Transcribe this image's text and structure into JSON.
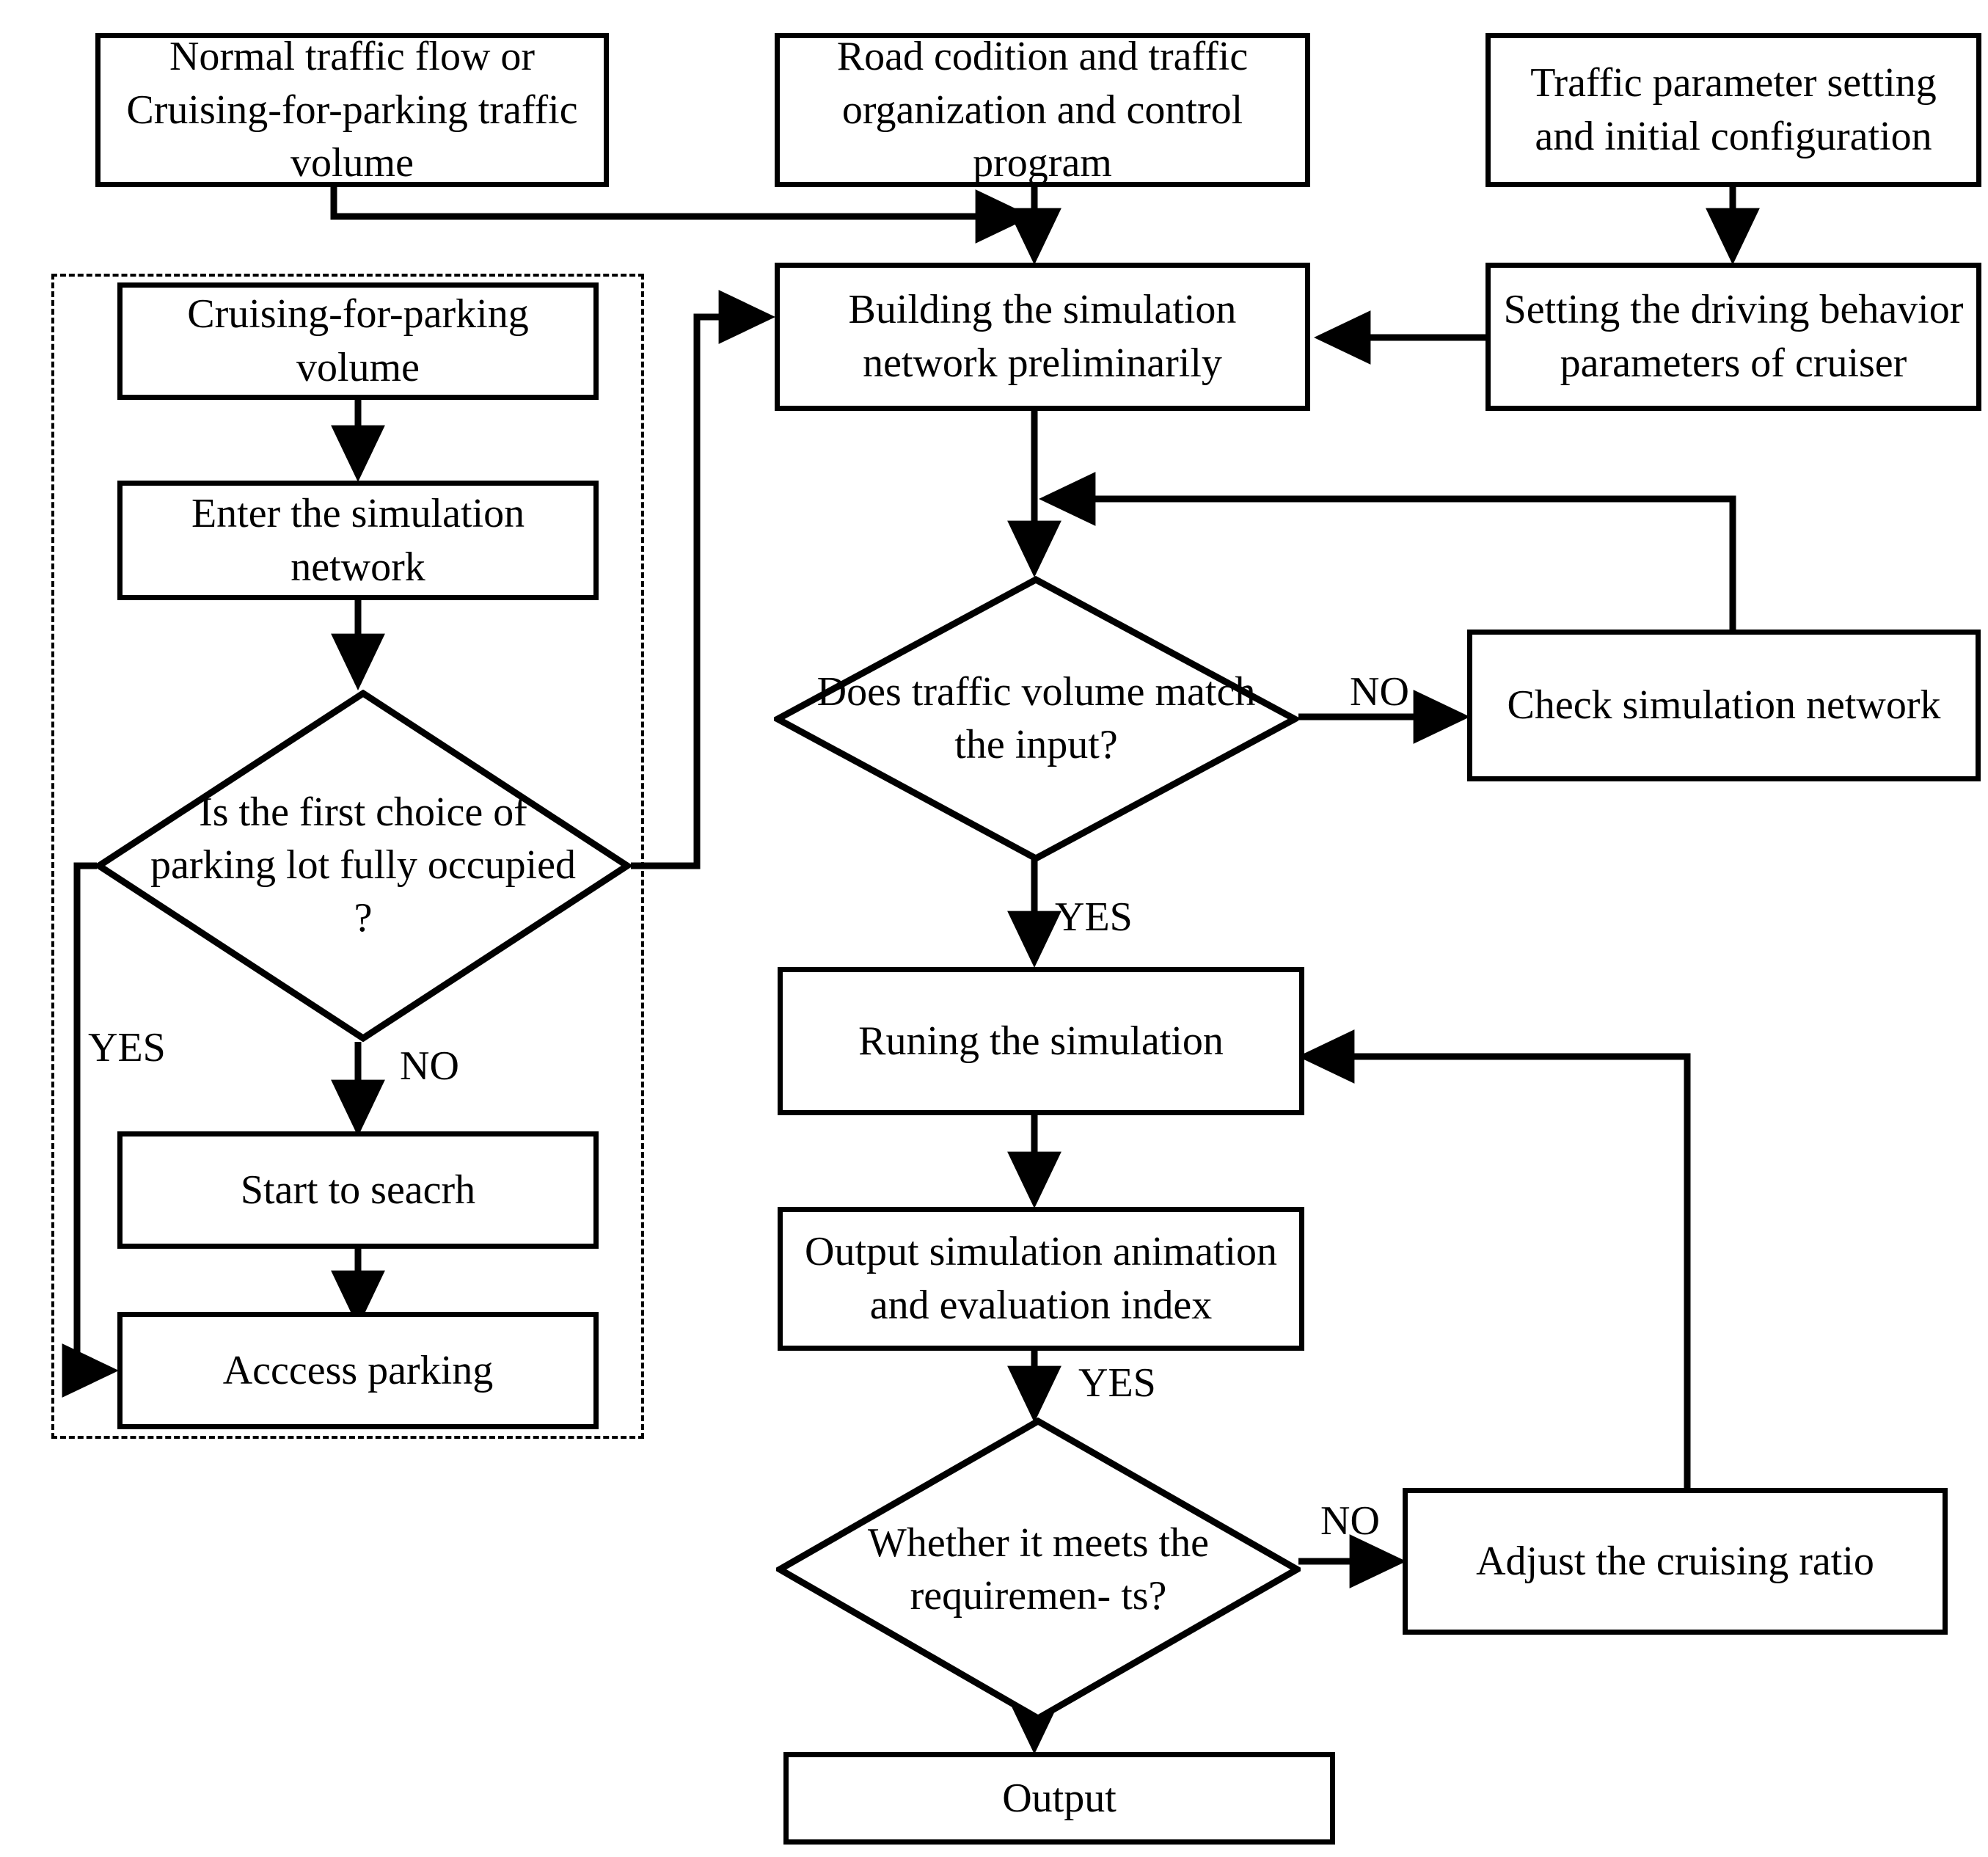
{
  "diagram": {
    "type": "flowchart",
    "title": "Cruising-for-parking traffic simulation flowchart",
    "line_color": "#000000",
    "background": "#ffffff"
  },
  "nodes": {
    "normal_traffic": "Normal traffic flow or Cruising-for-parking traffic volume",
    "road_condition": "Road codition and traffic organization and control program",
    "traffic_param": "Traffic parameter setting and initial configuration",
    "building_network": "Building the simulation network preliminarily",
    "setting_driving": "Setting the driving behavior parameters of cruiser",
    "cruising_volume": "Cruising-for-parking volume",
    "enter_network": "Enter the simulation network",
    "first_choice_q": "Is the first choice of parking lot fully occupied ?",
    "start_search": "Start to seacrh",
    "access_parking": "Acccess parking",
    "volume_match_q": "Does traffic volume match the input?",
    "check_network": "Check simulation network",
    "running_sim": "Runing the simulation",
    "output_animation": "Output simulation animation and evaluation index",
    "meets_requirements_q": "Whether it meets the requiremen- ts?",
    "adjust_ratio": "Adjust the cruising ratio",
    "output": "Output"
  },
  "edge_labels": {
    "yes_left": "YES",
    "no_left": "NO",
    "no_volume": "NO",
    "yes_volume": "YES",
    "yes_requirements": "YES",
    "no_requirements": "NO"
  }
}
